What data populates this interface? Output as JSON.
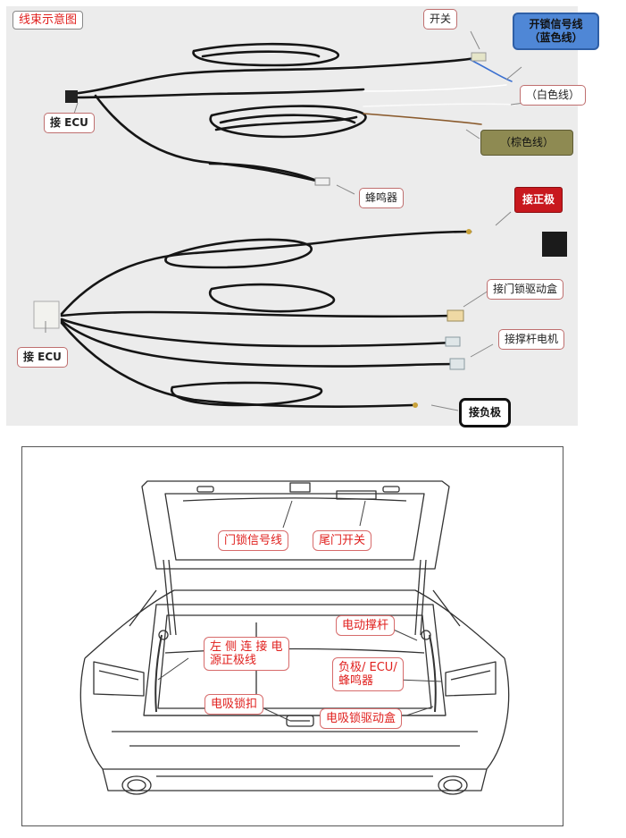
{
  "photo_callouts": {
    "title": "线束示意图",
    "switch": "开关",
    "unlock_signal": "开锁信号线\n（蓝色线）",
    "white_wire": "（白色线）",
    "brown_wire": "（棕色线）",
    "ecu_top": "接 ECU",
    "buzzer": "蜂鸣器",
    "positive": "接正极",
    "door_lock_box": "接门锁驱动盒",
    "strut_motor": "接撑杆电机",
    "ecu_bottom": "接 ECU",
    "negative": "接负极"
  },
  "car_callouts": {
    "lock_signal": "门锁信号线",
    "tailgate_switch": "尾门开关",
    "electric_strut": "电动撑杆",
    "left_positive": "左 侧 连 接 电\n源正极线",
    "neg_ecu_buzzer": "负极/ ECU/\n蜂鸣器",
    "suction_lock": "电吸锁扣",
    "suction_lock_box": "电吸锁驱动盒"
  },
  "colors": {
    "title_red": "#e0201e",
    "callout_blue": "#4f87d6",
    "callout_khaki": "#8e8a52",
    "callout_red": "#c8181e"
  }
}
